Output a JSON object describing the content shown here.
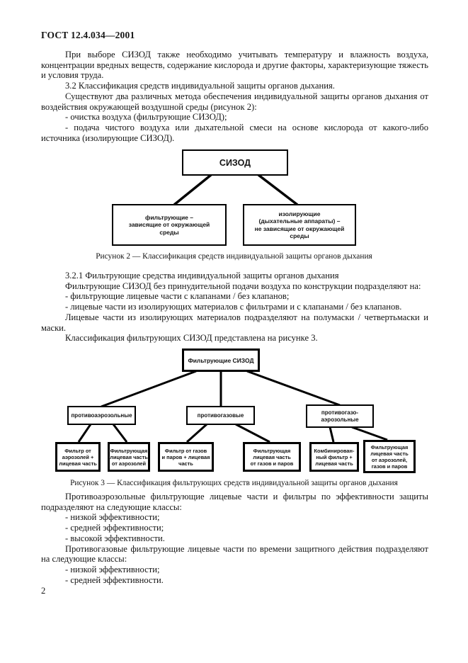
{
  "doc": {
    "header": "ГОСТ 12.4.034—2001",
    "page_number": "2"
  },
  "top_text": {
    "p1": "При выборе СИЗОД также необходимо учитывать температуру и влажность воздуха, концентрации вредных веществ, содержание кислорода и другие факторы, характеризующие тяжесть и условия труда.",
    "p2": "3.2  Классификация средств индивидуальной защиты органов дыхания.",
    "p3": "Существуют два различных метода обеспечения индивидуальной защиты органов дыхания от воздействия окружающей воздушной среды (рисунок 2):",
    "li1": "-  очистка воздуха (фильтрующие СИЗОД);",
    "p4": "-  подача чистого воздуха или дыхательной смеси на основе кислорода от какого-либо источника (изолирующие СИЗОД)."
  },
  "figure2": {
    "root": "СИЗОД",
    "left_box": "фильтрующие –\nзависящие от окружающей\nсреды",
    "right_box": "изолирующие\n(дыхательные аппараты) –\nне зависящие от окружающей\nсреды",
    "caption": "Рисунок 2 — Классификация средств индивидуальной защиты органов дыхания"
  },
  "section_321": {
    "p1": "3.2.1  Фильтрующие средства индивидуальной защиты органов дыхания",
    "p2": "Фильтрующие СИЗОД без принудительной подачи воздуха по конструкции подразделяют на:",
    "li1": "-  фильтрующие лицевые части с клапанами / без клапанов;",
    "li2": "-  лицевые части из изолирующих материалов с фильтрами и с клапанами / без клапанов.",
    "p3": "Лицевые части из изолирующих материалов подразделяют на полумаски / четвертьмаски и маски.",
    "p4": "Классификация фильтрующих СИЗОД представлена на рисунке 3."
  },
  "figure3": {
    "root": "Фильтрующие СИЗОД",
    "mid1": "противоаэрозольные",
    "mid2": "противогазовые",
    "mid3": "противогазо-\nаэрозольные",
    "leaf1": "Фильтр от\nаэрозолей +\nлицевая часть",
    "leaf2": "Фильтрующая\nлицевая часть\nот аэрозолей",
    "leaf3": "Фильтр от газов\nи паров + лицевая\nчасть",
    "leaf4": "Фильтрующая\nлицевая часть\nот газов и паров",
    "leaf5": "Комбинирован-\nный фильтр +\nлицевая часть",
    "leaf6": "Фильтрующая\nлицевая часть\nот аэрозолей,\nгазов и паров",
    "caption": "Рисунок 3 — Классификация фильтрующих средств индивидуальной защиты органов дыхания"
  },
  "bottom_text": {
    "p1": "Противоаэрозольные фильтрующие лицевые части и фильтры по эффективности защиты подразделяют на следующие классы:",
    "li1": "-  низкой эффективности;",
    "li2": "-  средней эффективности;",
    "li3": "-  высокой эффективности.",
    "p2": "Противогазовые фильтрующие лицевые части по времени защитного действия подразделяют на следующие классы:",
    "li4": "-  низкой эффективности;",
    "li5": "-  средней эффективности."
  }
}
